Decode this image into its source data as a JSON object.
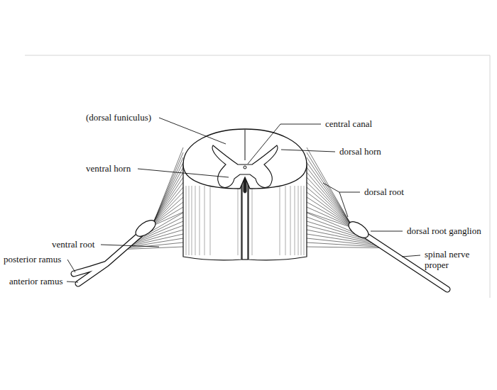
{
  "diagram": {
    "labels": [
      "(dorsal funiculus)",
      "central canal",
      "dorsal horn",
      "ventral horn",
      "dorsal root",
      "dorsal root ganglion",
      "ventral root",
      "posterior ramus",
      "anterior ramus",
      "spinal nerve proper"
    ]
  }
}
